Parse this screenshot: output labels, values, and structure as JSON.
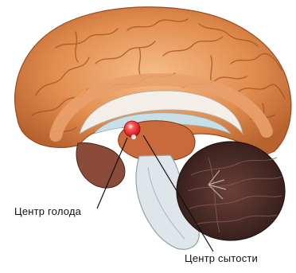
{
  "labels": {
    "hunger_center": "Центр голода",
    "satiety_center": "Центр сытости"
  },
  "colors": {
    "background": "#ffffff",
    "cortex": "#e08a4e",
    "cortex_dark": "#9c4a1f",
    "cortex_light": "#f2b27a",
    "ventricle": "#c9dfe6",
    "brainstem": "#dfe6ea",
    "cerebellum": "#4a2a26",
    "center_marker": "#e8141c",
    "leader_line": "#111111"
  },
  "icons": {
    "marker": "red-dot-marker"
  }
}
